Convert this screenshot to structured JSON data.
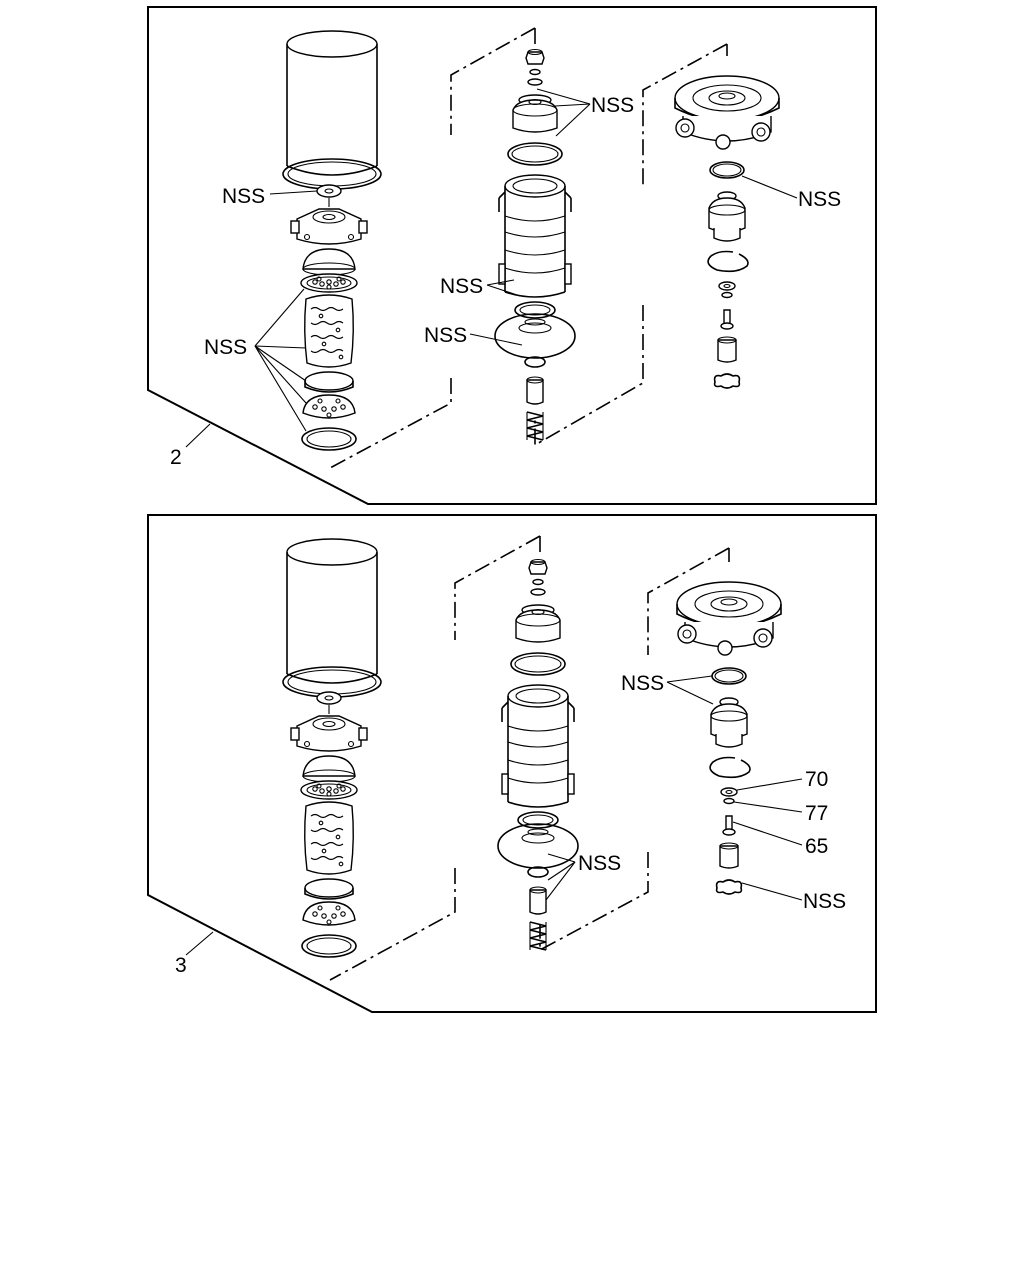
{
  "diagrams": [
    {
      "id": "2",
      "callouts": [
        "NSS",
        "NSS",
        "NSS",
        "NSS",
        "NSS",
        "NSS"
      ]
    },
    {
      "id": "3",
      "callouts": [
        "NSS",
        "NSS",
        "70",
        "77",
        "65",
        "NSS"
      ]
    }
  ]
}
